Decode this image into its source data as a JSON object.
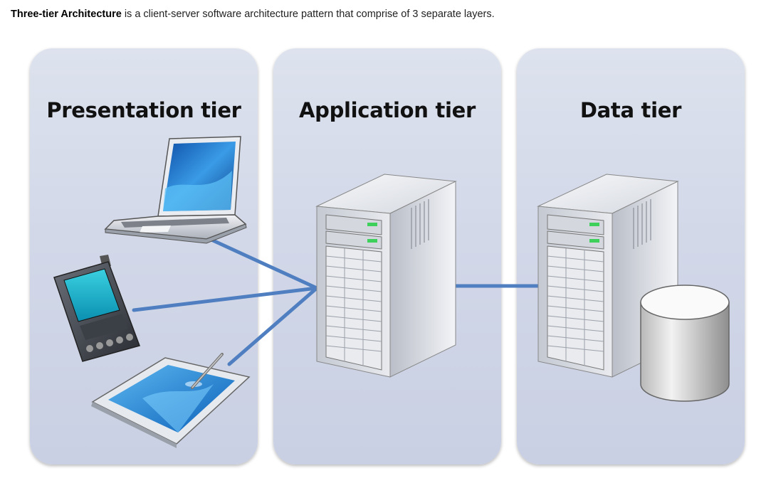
{
  "intro": {
    "term": "Three-tier Architecture",
    "text": " is a client-server software architecture pattern that comprise of 3 separate layers."
  },
  "tiers": [
    {
      "title": "Presentation tier"
    },
    {
      "title": "Application tier"
    },
    {
      "title": "Data tier"
    }
  ],
  "colors": {
    "panel": "#d2d8e8",
    "connector": "#4f7fc0",
    "server_body": "#c8ccd4",
    "screen_blue": "#2f86d6"
  },
  "icons": [
    "laptop-icon",
    "pda-icon",
    "tablet-icon",
    "stylus-icon",
    "server-icon",
    "database-icon"
  ]
}
